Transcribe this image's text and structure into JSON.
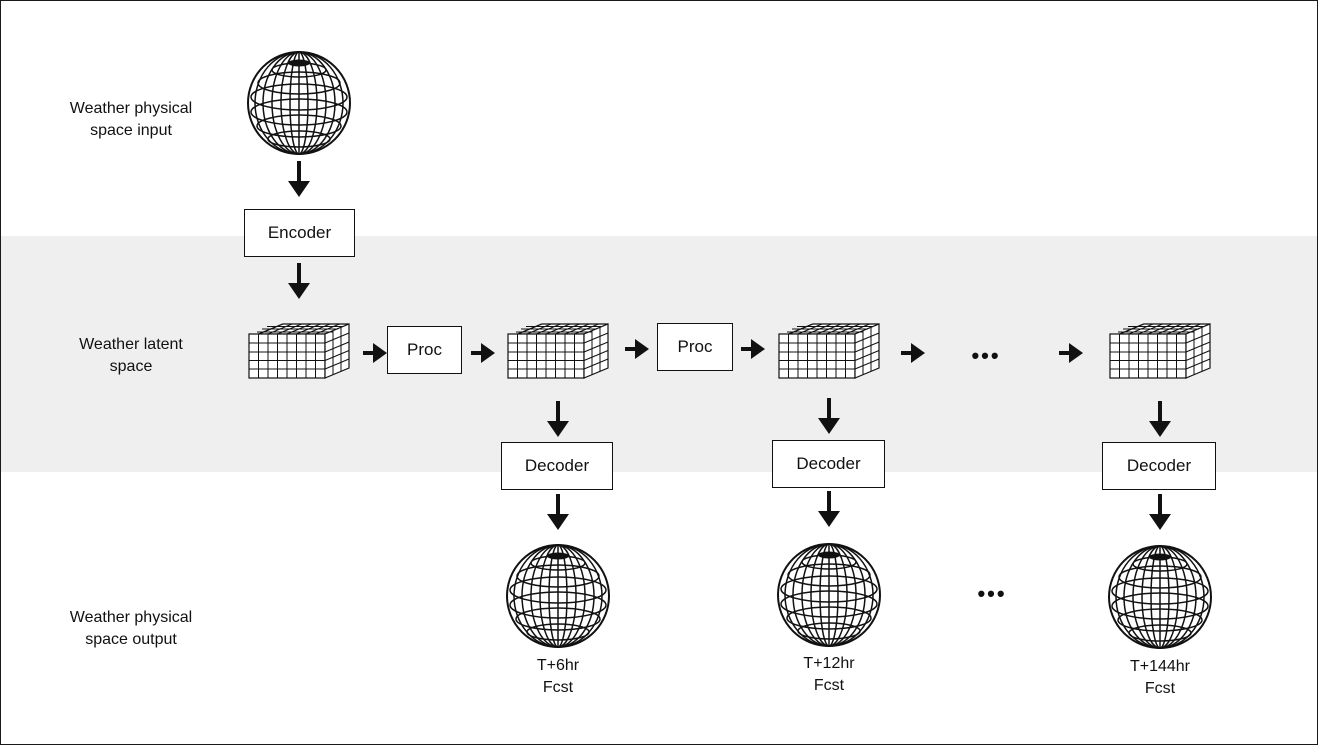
{
  "labels": {
    "input": "Weather physical\nspace input",
    "latent": "Weather latent\nspace",
    "output": "Weather physical\nspace output"
  },
  "boxes": {
    "encoder": "Encoder",
    "proc": "Proc",
    "decoder": "Decoder"
  },
  "forecasts": {
    "t6": "T+6hr\nFcst",
    "t12": "T+12hr\nFcst",
    "t144": "T+144hr\nFcst"
  },
  "ellipsis": "•••",
  "colors": {
    "band": "#efefef",
    "stroke": "#111111",
    "background": "#ffffff"
  },
  "icons": {
    "globe": "wireframe-globe-icon",
    "latent_grid": "latent-grid-cube-icon",
    "arrow": "arrow-icon"
  }
}
